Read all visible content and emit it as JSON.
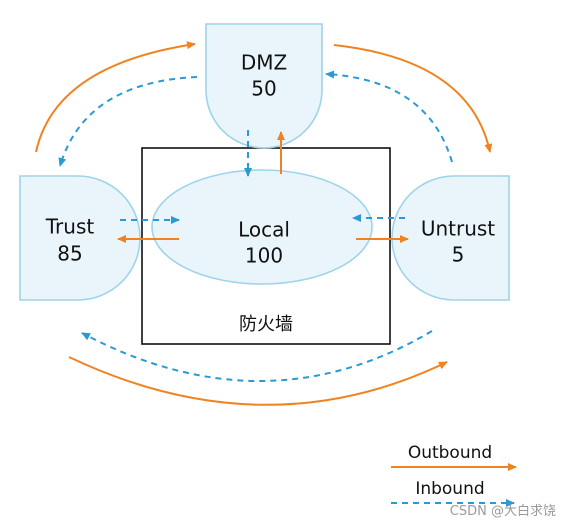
{
  "zones": {
    "dmz": {
      "name": "DMZ",
      "priority": "50"
    },
    "trust": {
      "name": "Trust",
      "priority": "85"
    },
    "untrust": {
      "name": "Untrust",
      "priority": "5"
    },
    "local": {
      "name": "Local",
      "priority": "100"
    }
  },
  "firewall_label": "防火墙",
  "legend": {
    "outbound": "Outbound",
    "inbound": "Inbound"
  },
  "watermark": "CSDN @大白求饶",
  "colors": {
    "outbound": "#f08320",
    "inbound": "#2a9ad6",
    "zone_fill": "#eaf5fb",
    "zone_stroke": "#9ed4ea"
  }
}
